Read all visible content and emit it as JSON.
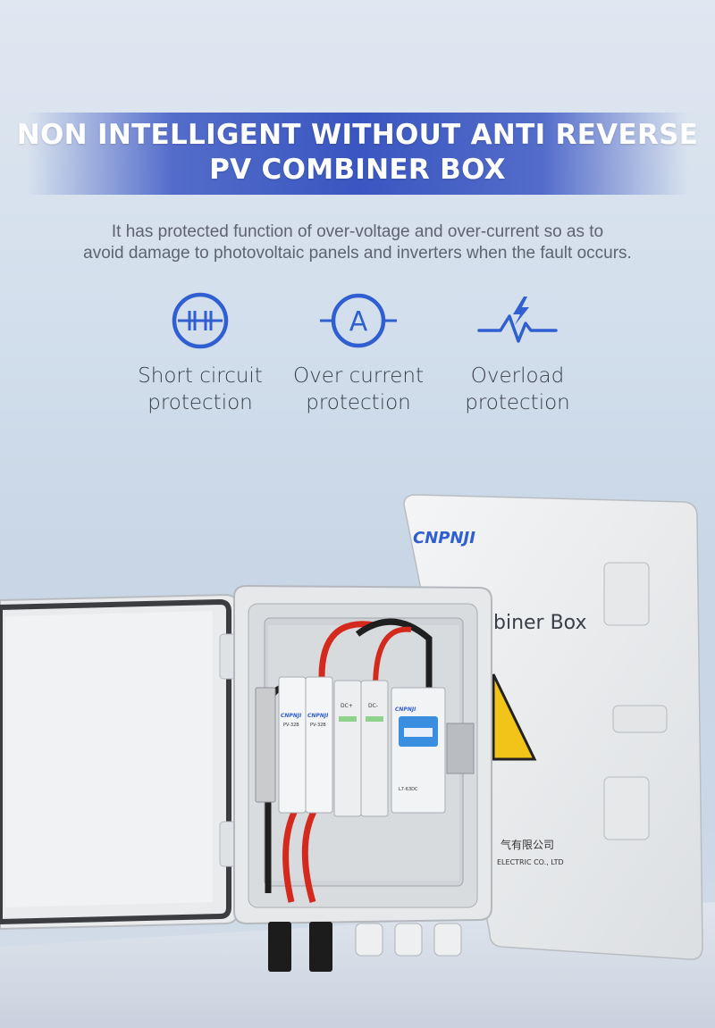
{
  "header": {
    "title_line1": "NON INTELLIGENT WITHOUT ANTI REVERSE",
    "title_line2": "PV COMBINER BOX"
  },
  "description": {
    "line1": "It has protected function of over-voltage and over-current so as to",
    "line2": "avoid damage to photovoltaic panels and inverters when the fault occurs."
  },
  "features": [
    {
      "icon": "short-circuit-icon",
      "line1": "Short circuit",
      "line2": "protection"
    },
    {
      "icon": "ammeter-icon",
      "line1": "Over current",
      "line2": "protection"
    },
    {
      "icon": "lightning-pulse-icon",
      "line1": "Overload",
      "line2": "protection"
    }
  ],
  "product": {
    "brand": "CNPNJI",
    "lid_text": "biner Box",
    "lid_company_cn": "气有限公司",
    "lid_company_en": "ELECTRIC CO., LTD",
    "fuse_labels": [
      "CNPNJI",
      "CNPNJI"
    ],
    "fuse_models": [
      "PV-32B",
      "PV-32B"
    ],
    "spd_labels": [
      "DC+",
      "DC-"
    ],
    "breaker_label": "CNPNJI",
    "breaker_model": "L7-63DC"
  },
  "colors": {
    "accent_blue": "#3a56c0",
    "icon_blue": "#2f5fd0",
    "text_gray": "#5d6470",
    "wire_red": "#d42a1e"
  }
}
